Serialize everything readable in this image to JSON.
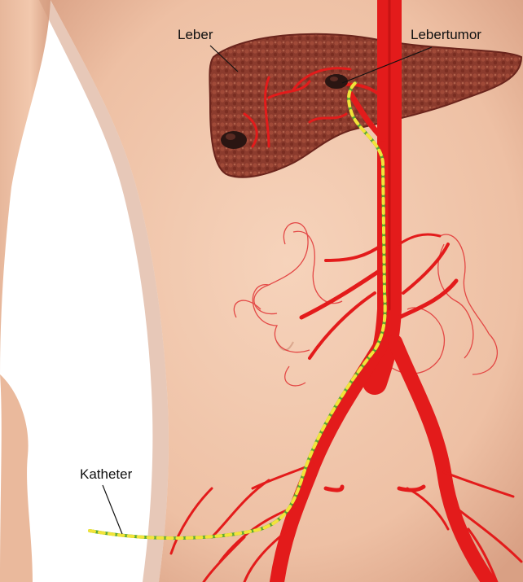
{
  "labels": {
    "liver": "Leber",
    "liver_tumor": "Lebertumor",
    "catheter": "Katheter"
  },
  "colors": {
    "background": "#ffffff",
    "skin": "#f2c9ae",
    "skin_shadow": "#d9a58a",
    "liver": "#8a3a2c",
    "liver_dark": "#6a241c",
    "artery": "#e31b1b",
    "artery_dark": "#b30f0f",
    "intestine_outline": "#e23a3a",
    "catheter_green": "#5aa832",
    "catheter_yellow": "#f2e43a",
    "tumor": "#2a1512",
    "text": "#111111"
  }
}
